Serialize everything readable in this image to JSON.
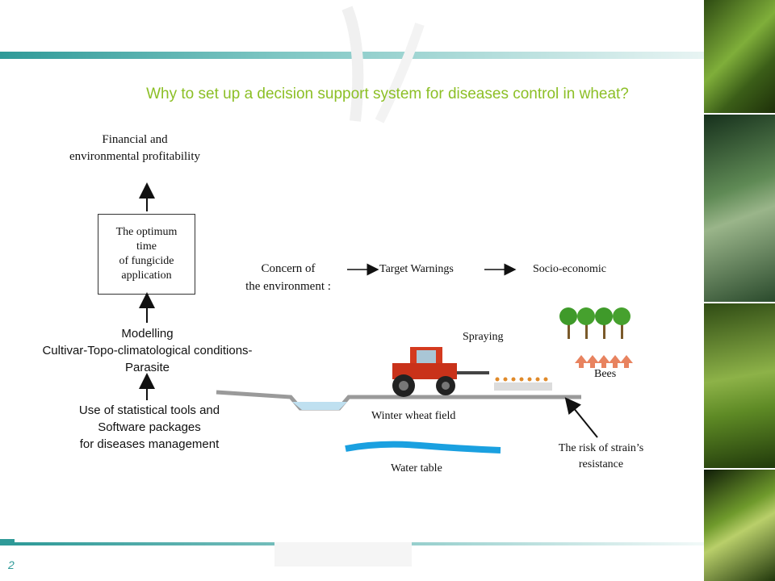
{
  "slide": {
    "title": "Why to set up a decision support system for diseases control in wheat?",
    "page_number": "2"
  },
  "flow": {
    "profitability": [
      "Financial and",
      "environmental profitability"
    ],
    "optimum_box": [
      "The optimum",
      "time",
      "of fungicide",
      "application"
    ],
    "modelling": [
      "Modelling",
      "Cultivar-Topo-climatological conditions-",
      "Parasite"
    ],
    "statistical": [
      "Use of statistical tools and",
      "Software packages",
      "for diseases management"
    ]
  },
  "environment": {
    "concern": [
      "Concern of",
      "the environment :"
    ],
    "target": "Target Warnings",
    "socio": "Socio-economic"
  },
  "field_scene": {
    "spraying": "Spraying",
    "bees": "Bees",
    "winter_wheat_field": "Winter wheat field",
    "water_table": "Water table",
    "risk": [
      "The risk of strain’s",
      "resistance"
    ]
  },
  "colors": {
    "title": "#8cbf26",
    "accent": "#2f9a98",
    "arrow_bees": "#e8835f",
    "water": "#1aa0e0"
  }
}
